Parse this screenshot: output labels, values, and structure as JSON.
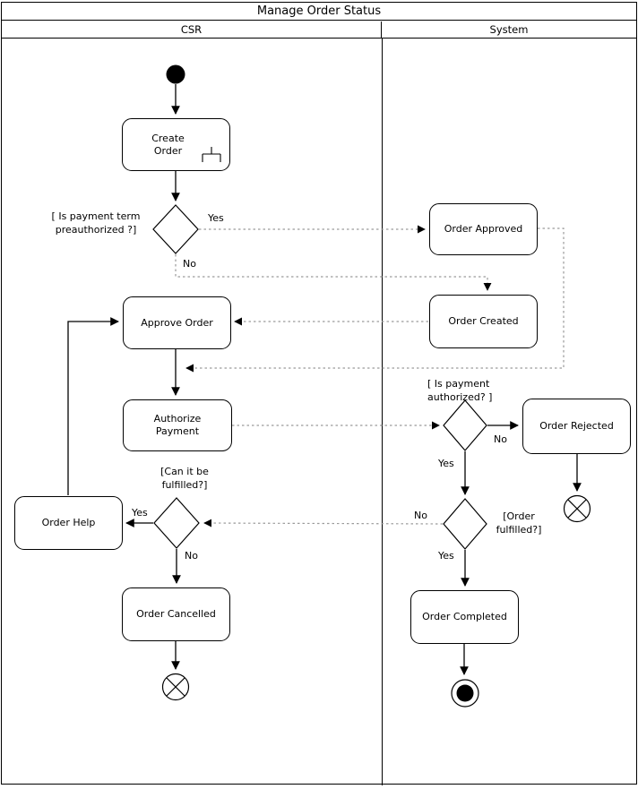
{
  "title": "Manage Order Status",
  "lanes": {
    "csr": "CSR",
    "system": "System"
  },
  "nodes": {
    "create_order": "Create Order",
    "order_approved": "Order Approved",
    "order_created": "Order Created",
    "approve_order": "Approve Order",
    "authorize_payment": "Authorize Payment",
    "order_rejected": "Order Rejected",
    "order_help": "Order Help",
    "order_cancelled": "Order Cancelled",
    "order_completed": "Order Completed"
  },
  "guards": {
    "payment_preauthorized": "[ Is payment term preauthorized ?]",
    "payment_authorized": "[ Is payment authorized? ]",
    "order_fulfilled": "[Order fulfilled?]",
    "can_be_fulfilled": "[Can it be fulfilled?]"
  },
  "edge_labels": {
    "yes": "Yes",
    "no": "No"
  },
  "colors": {
    "line": "#000000",
    "dotted_line": "#9a9a9a",
    "background": "#ffffff"
  }
}
